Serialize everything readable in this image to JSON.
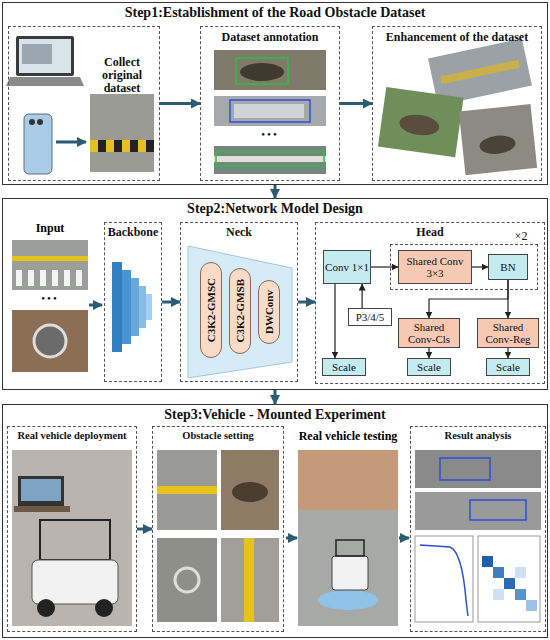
{
  "diagram": {
    "nodes": [
      {
        "text": [
          "Step1:Establishment of the Road Obstacle Dataset"
        ]
      },
      {
        "text": [
          "Collect original dataset"
        ],
        "in": 0
      },
      {
        "text": [
          "Dataset annotation"
        ],
        "in": 0
      },
      {
        "text": [
          "Enhancement of the dataset"
        ],
        "in": 0
      },
      {
        "text": [
          "Step2:Network Model Design"
        ]
      },
      {
        "text": [
          "Backbone"
        ],
        "in": 4
      },
      {
        "text": [
          "Neck"
        ],
        "in": 4
      },
      {
        "text": [
          "C3K2-GMSC"
        ],
        "in": 6
      },
      {
        "text": [
          "C3K2-GMSB"
        ],
        "in": 6
      },
      {
        "text": [
          "DWConv"
        ],
        "in": 6
      },
      {
        "text": [
          "Head"
        ],
        "in": 4
      },
      {
        "text": [
          "Conv 1×1"
        ],
        "in": 10
      },
      {
        "text": [
          "×2"
        ],
        "in": 10
      },
      {
        "text": [
          "Shared Conv 3×3"
        ],
        "in": 12
      },
      {
        "text": [
          "BN"
        ],
        "in": 12
      },
      {
        "text": [
          "P3/4/5"
        ],
        "in": 10
      },
      {
        "text": [
          "Shared Conv-Cls"
        ],
        "in": 10
      },
      {
        "text": [
          "Shared Conv-Reg"
        ],
        "in": 10
      },
      {
        "text": [
          "Scale"
        ],
        "in": 10
      },
      {
        "text": [
          "Scale"
        ],
        "in": 10
      },
      {
        "text": [
          "Scale"
        ],
        "in": 10
      },
      {
        "text": [
          "Step3:Vehicle - Mounted Experiment"
        ]
      },
      {
        "text": [
          "Real vehicle deployment"
        ],
        "in": 21
      },
      {
        "text": [
          "Obstacle setting"
        ],
        "in": 21
      },
      {
        "text": [
          "Result analysis"
        ],
        "in": 21
      }
    ],
    "edges": [
      {
        "from": 1,
        "to": 2,
        "arrow": "to"
      },
      {
        "from": 2,
        "to": 3,
        "arrow": "to"
      },
      {
        "from": 0,
        "to": 4,
        "arrow": "to"
      },
      {
        "from": 5,
        "to": 6,
        "arrow": "to"
      },
      {
        "from": 6,
        "to": 10,
        "arrow": "to"
      },
      {
        "from": 11,
        "to": 13,
        "arrow": "to"
      },
      {
        "from": 13,
        "to": 14,
        "arrow": "to"
      },
      {
        "from": 14,
        "to": 16,
        "arrow": "to"
      },
      {
        "from": 14,
        "to": 17,
        "arrow": "to"
      },
      {
        "from": 15,
        "to": 11,
        "arrow": "to"
      },
      {
        "from": 11,
        "to": 18,
        "arrow": "to"
      },
      {
        "from": 16,
        "to": 19,
        "arrow": "to"
      },
      {
        "from": 17,
        "to": 20,
        "arrow": "to"
      },
      {
        "from": 4,
        "to": 21,
        "arrow": "to"
      },
      {
        "from": 22,
        "to": 23,
        "arrow": "to"
      }
    ],
    "labels": [
      "•••",
      "Input",
      "•••",
      "Real vehicle testing"
    ]
  }
}
